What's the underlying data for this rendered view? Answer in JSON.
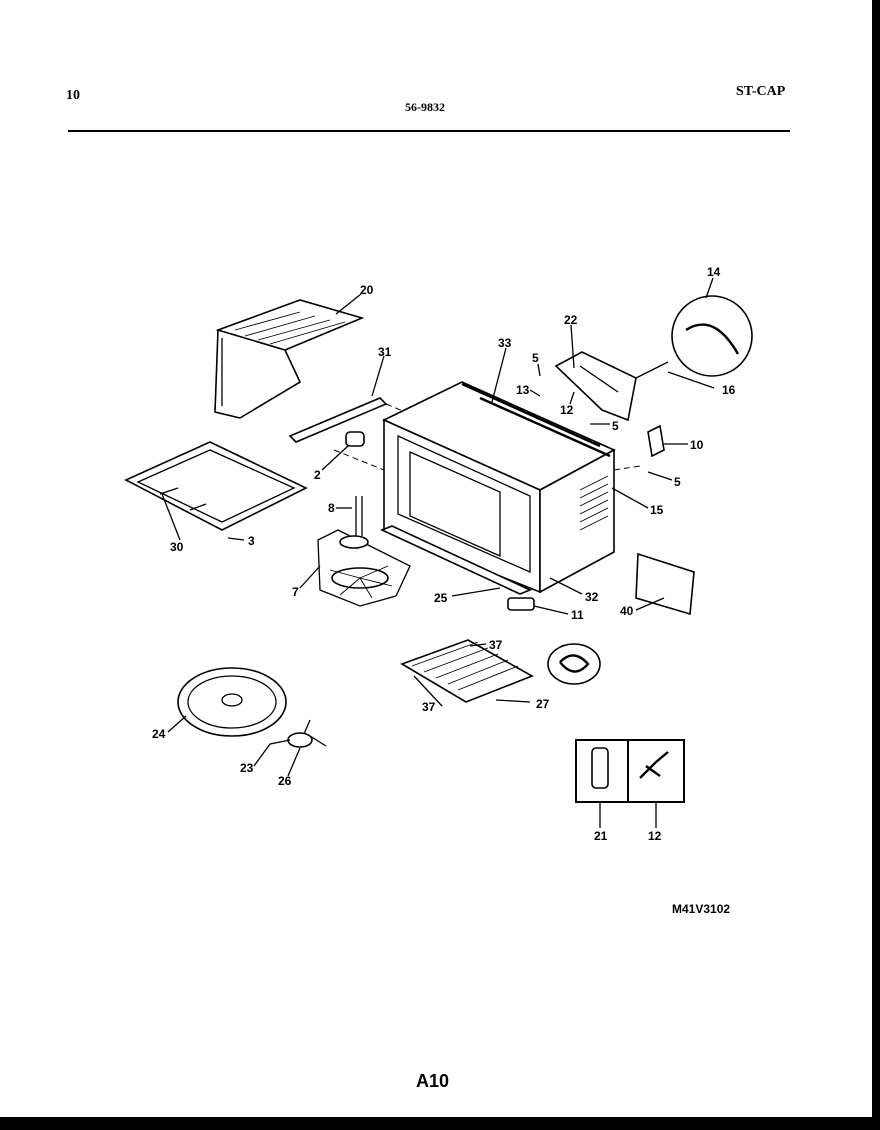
{
  "header": {
    "page_left": "10",
    "model": "56-9832",
    "variant": "ST-CAP"
  },
  "diagram_code": "M41V3102",
  "page_number": "A10",
  "callouts": {
    "c20": "20",
    "c31": "31",
    "c33": "33",
    "c22": "22",
    "c14": "14",
    "c5a": "5",
    "c13": "13",
    "c12a": "12",
    "c16": "16",
    "c5b": "5",
    "c10": "10",
    "c5c": "5",
    "c15": "15",
    "c2": "2",
    "c8": "8",
    "c30": "30",
    "c3": "3",
    "c7": "7",
    "c25": "25",
    "c32": "32",
    "c11": "11",
    "c40": "40",
    "c37a": "37",
    "c37b": "37",
    "c27": "27",
    "c24": "24",
    "c23": "23",
    "c26": "26",
    "c21": "21",
    "c12b": "12"
  }
}
